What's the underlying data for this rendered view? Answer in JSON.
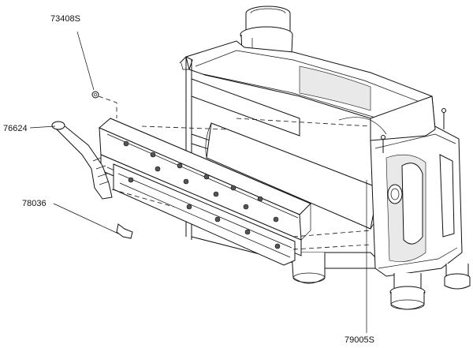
{
  "labels": {
    "part_73408S": "73408S",
    "part_76624": "76624",
    "part_78036": "78036",
    "part_79005S": "79005S"
  }
}
